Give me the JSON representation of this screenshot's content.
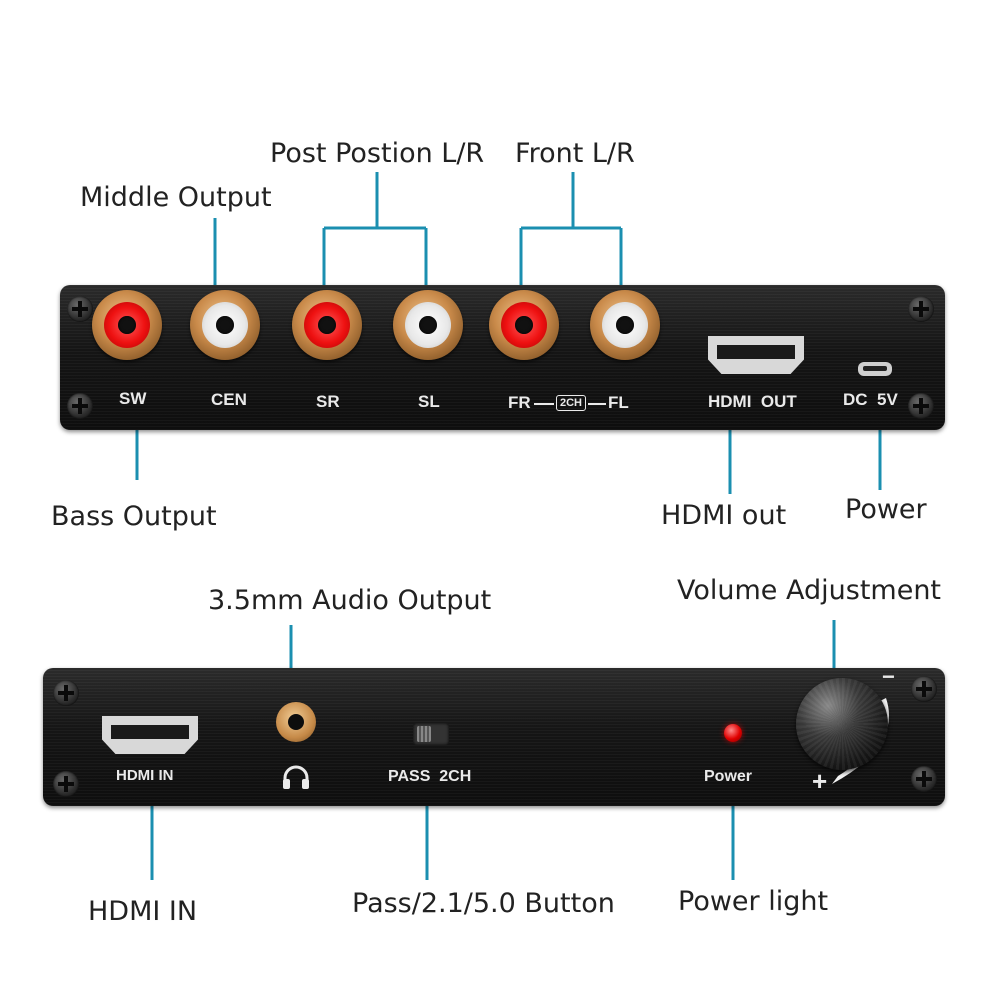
{
  "callouts": {
    "post_position": "Post Postion L/R",
    "front_lr": "Front L/R",
    "middle_output": "Middle Output",
    "bass_output": "Bass Output",
    "hdmi_out": "HDMI out",
    "power": "Power",
    "audio_35mm": "3.5mm Audio Output",
    "volume": "Volume Adjustment",
    "hdmi_in": "HDMI IN",
    "pass_button": "Pass/2.1/5.0 Button",
    "power_light": "Power light"
  },
  "back_panel": {
    "sw": "SW",
    "cen": "CEN",
    "sr": "SR",
    "sl": "SL",
    "fr": "FR",
    "tag_2ch": "2CH",
    "fl": "FL",
    "hdmi_out": "HDMI  OUT",
    "dc5v": "DC  5V"
  },
  "front_panel": {
    "hdmi_in": "HDMI IN",
    "pass_2ch": "PASS  2CH",
    "power": "Power",
    "minus": "−",
    "plus": "+"
  },
  "colors": {
    "callout_line": "#1b8fb0",
    "rca_red": "#e11111",
    "rca_white": "#e8e8e8",
    "led": "#e10000"
  },
  "icons": [
    "screw-icon",
    "headphone-icon"
  ]
}
